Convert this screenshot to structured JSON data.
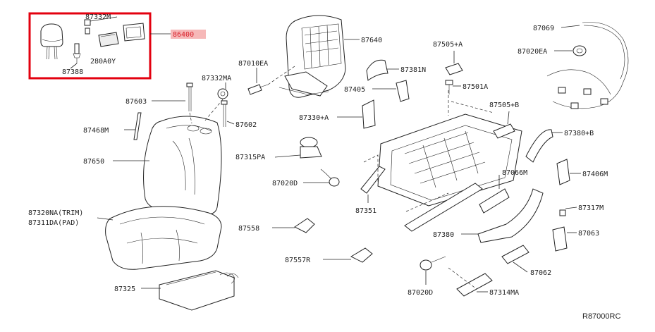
{
  "diagram": {
    "reference_code": "R87000RC",
    "highlight_color": "#e3000f",
    "highlight_fill": "#f6b8b8",
    "callouts": {
      "c86400": "86400",
      "c87332M": "87332M",
      "c87388": "87388",
      "c280A0Y": "280A0Y",
      "c87332MA": "87332MA",
      "c87603": "87603",
      "c87602": "87602",
      "c87468M": "87468M",
      "c87650": "87650",
      "c87320NA": "87320NA(TRIM)",
      "c87311DA": "87311DA(PAD)",
      "c87325": "87325",
      "c87640": "87640",
      "c87010EA": "87010EA",
      "c87381N": "87381N",
      "c87405": "87405",
      "c87330A": "87330+A",
      "c87315PA": "87315PA",
      "c87020D_1": "87020D",
      "c87351": "87351",
      "c87558": "87558",
      "c87557R": "87557R",
      "c87505A": "87505+A",
      "c87501A": "87501A",
      "c87505B": "87505+B",
      "c87069": "87069",
      "c87020EA": "87020EA",
      "c87380B": "87380+B",
      "c87066M": "87066M",
      "c87406M": "87406M",
      "c87317M": "87317M",
      "c87380": "87380",
      "c87063": "87063",
      "c87062": "87062",
      "c87020D_2": "87020D",
      "c87314MA": "87314MA"
    }
  }
}
